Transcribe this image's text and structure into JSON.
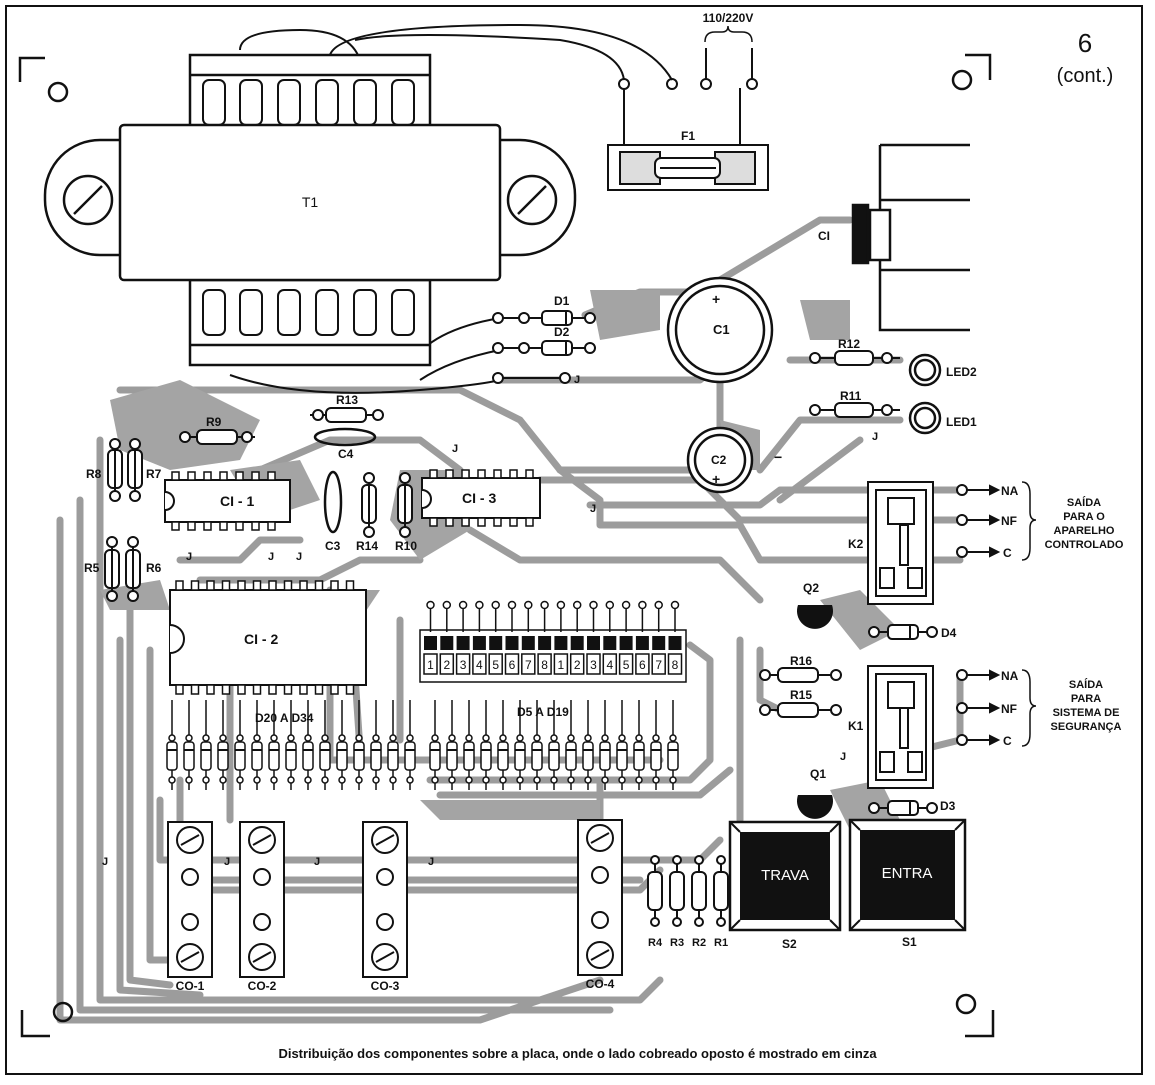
{
  "figure": {
    "number": "6",
    "number_suffix": "(cont.)",
    "caption": "Distribuição dos componentes sobre a placa, onde o lado cobreado oposto é mostrado em cinza"
  },
  "power": {
    "mains_label": "110/220V",
    "fuse": "F1",
    "transformer": "T1"
  },
  "semis": {
    "d1": "D1",
    "d2": "D2",
    "d3": "D3",
    "d4": "D4",
    "c1": "C1",
    "c2": "C2",
    "c3": "C3",
    "c4": "C4",
    "ci_reg": "CI",
    "led1": "LED1",
    "led2": "LED2",
    "q1": "Q1",
    "q2": "Q2",
    "k1": "K1",
    "k2": "K2",
    "ci1": "CI - 1",
    "ci2": "CI - 2",
    "ci3": "CI - 3",
    "j": "J",
    "plus": "+",
    "minus": "−"
  },
  "resistors": {
    "r1": "R1",
    "r2": "R2",
    "r3": "R3",
    "r4": "R4",
    "r5": "R5",
    "r6": "R6",
    "r7": "R7",
    "r8": "R8",
    "r9": "R9",
    "r10": "R10",
    "r11": "R11",
    "r12": "R12",
    "r13": "R13",
    "r14": "R14",
    "r15": "R15",
    "r16": "R16"
  },
  "diode_banks": {
    "left": "D20  A  D34",
    "right": "D5  A  D19"
  },
  "dip_switch_numbers": [
    "1",
    "2",
    "3",
    "4",
    "5",
    "6",
    "7",
    "8",
    "1",
    "2",
    "3",
    "4",
    "5",
    "6",
    "7",
    "8"
  ],
  "buttons": {
    "trava": "TRAVA",
    "entra": "ENTRA",
    "s2": "S2",
    "s1": "S1"
  },
  "connectors": {
    "co1": "CO-1",
    "co2": "CO-2",
    "co3": "CO-3",
    "co4": "CO-4"
  },
  "outputs": {
    "na": "NA",
    "nf": "NF",
    "c": "C",
    "k2_title": [
      "SAÍDA",
      "PARA O",
      "APARELHO",
      "CONTROLADO"
    ],
    "k1_title": [
      "SAÍDA",
      "PARA",
      "SISTEMA DE",
      "SEGURANÇA"
    ]
  }
}
